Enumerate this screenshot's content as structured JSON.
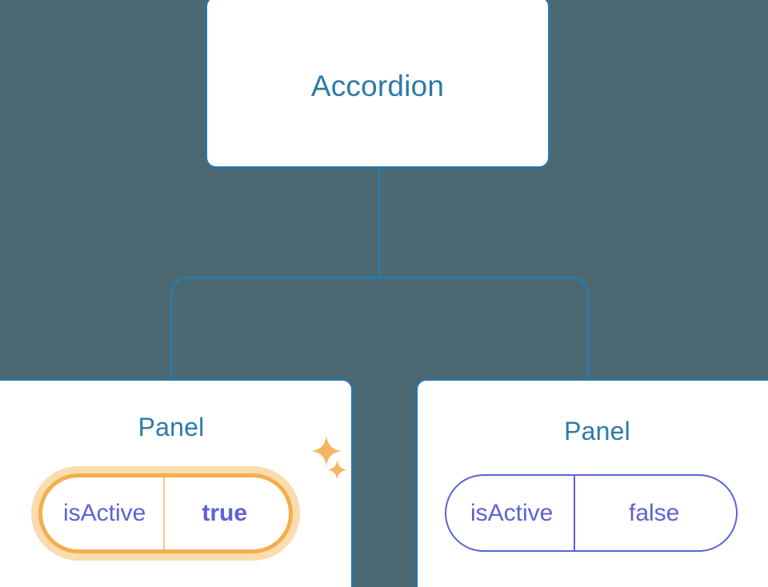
{
  "diagram": {
    "type": "component-tree",
    "background_color": "#4b6873",
    "edge_color": "#2d7aa8",
    "node_border_color": "#2e74a0",
    "node_title_color": "#2d7aa8",
    "prop_color": "#5b63d6",
    "highlight_color": "#f4ae4e",
    "highlight_glow_color": "#fbdcae"
  },
  "root": {
    "title": "Accordion"
  },
  "children": [
    {
      "title": "Panel",
      "prop": {
        "key": "isActive",
        "value": "true"
      },
      "highlighted": true,
      "decorations": [
        "sparkle-icon",
        "sparkle-icon"
      ]
    },
    {
      "title": "Panel",
      "prop": {
        "key": "isActive",
        "value": "false"
      },
      "highlighted": false,
      "decorations": []
    }
  ]
}
